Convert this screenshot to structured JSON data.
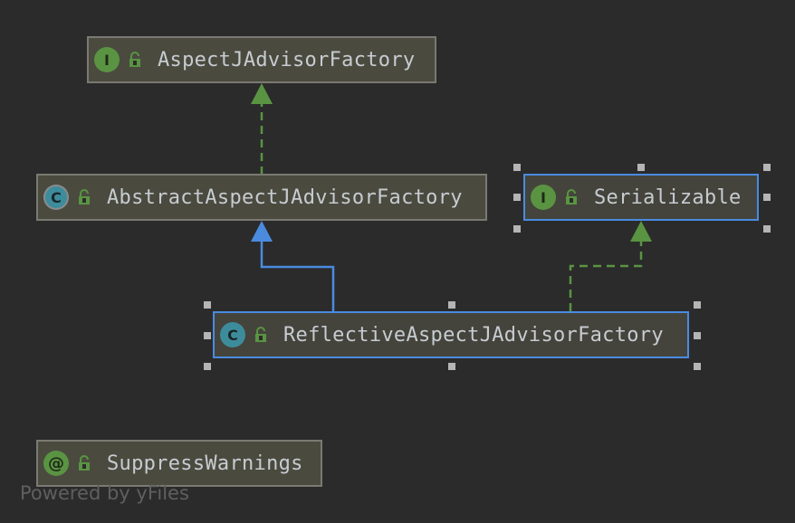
{
  "diagram": {
    "nodes": [
      {
        "id": "aspectj-advisor-factory",
        "label": "AspectJAdvisorFactory",
        "kind": "interface",
        "kind_letter": "I",
        "selected": false
      },
      {
        "id": "abstract-aspectj-advisor-factory",
        "label": "AbstractAspectJAdvisorFactory",
        "kind": "abstract-class",
        "kind_letter": "C",
        "selected": false
      },
      {
        "id": "serializable",
        "label": "Serializable",
        "kind": "interface",
        "kind_letter": "I",
        "selected": true
      },
      {
        "id": "reflective-aspectj-advisor-factory",
        "label": "ReflectiveAspectJAdvisorFactory",
        "kind": "class",
        "kind_letter": "C",
        "selected": true
      },
      {
        "id": "suppress-warnings",
        "label": "SuppressWarnings",
        "kind": "annotation",
        "kind_letter": "@",
        "selected": false
      }
    ],
    "edges": [
      {
        "from": "abstract-aspectj-advisor-factory",
        "to": "aspectj-advisor-factory",
        "type": "implements"
      },
      {
        "from": "reflective-aspectj-advisor-factory",
        "to": "abstract-aspectj-advisor-factory",
        "type": "extends"
      },
      {
        "from": "reflective-aspectj-advisor-factory",
        "to": "serializable",
        "type": "implements"
      }
    ],
    "colors": {
      "background": "#2b2b2b",
      "implements_edge": "#5a9442",
      "extends_edge": "#4a8be0",
      "selection_border": "#4a8be0"
    }
  },
  "watermark": "Powered by yFiles"
}
